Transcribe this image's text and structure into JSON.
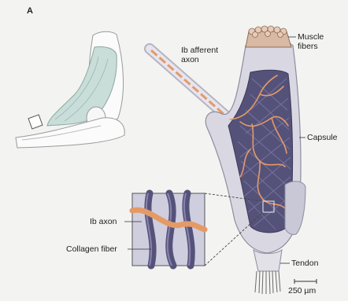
{
  "figure": {
    "panel_letter": "A",
    "labels": {
      "ib_afferent_axon_line1": "Ib afferent",
      "ib_afferent_axon_line2": "axon",
      "muscle_fibers_line1": "Muscle",
      "muscle_fibers_line2": "fibers",
      "capsule": "Capsule",
      "ib_axon": "Ib axon",
      "collagen_fiber": "Collagen fiber",
      "tendon": "Tendon",
      "scale_bar": "250 µm"
    },
    "colors": {
      "background": "#f3f3f1",
      "capsule": "#d9d8e2",
      "collagen": "#55527a",
      "axon": "#e59a66",
      "muscle_limb": "#c9ddd9",
      "tendon": "#8a8a8a"
    }
  }
}
